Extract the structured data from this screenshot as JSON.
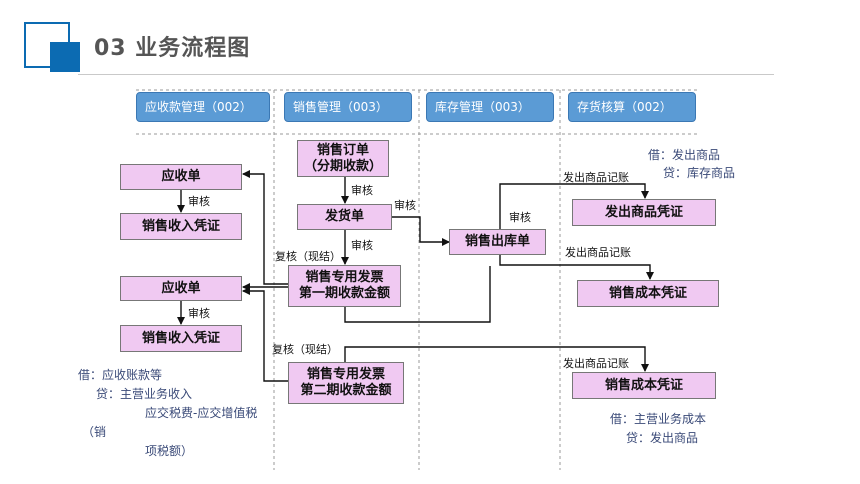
{
  "header": {
    "title": "03  业务流程图"
  },
  "departments": [
    {
      "label": "应收款管理（002）"
    },
    {
      "label": "销售管理（003）"
    },
    {
      "label": "库存管理（003）"
    },
    {
      "label": "存货核算（002）"
    }
  ],
  "nodes": {
    "receivable_1": "应收单",
    "sales_income_voucher_1": "销售收入凭证",
    "receivable_2": "应收单",
    "sales_income_voucher_2": "销售收入凭证",
    "sales_order_line1": "销售订单",
    "sales_order_line2": "（分期收款）",
    "delivery_note": "发货单",
    "invoice_1_line1": "销售专用发票",
    "invoice_1_line2": "第一期收款金额",
    "invoice_2_line1": "销售专用发票",
    "invoice_2_line2": "第二期收款金额",
    "outbound_note": "销售出库单",
    "goods_shipped_voucher": "发出商品凭证",
    "sales_cost_voucher_1": "销售成本凭证",
    "sales_cost_voucher_2": "销售成本凭证"
  },
  "edge_labels": {
    "audit_1": "审核",
    "audit_2": "审核",
    "audit_order": "审核",
    "audit_delivery": "审核",
    "audit_invoice": "审核",
    "audit_outbound": "审核",
    "recheck_1": "复核（现结）",
    "recheck_2": "复核（现结）",
    "shipped_posting_1": "发出商品记账",
    "shipped_posting_2": "发出商品记账",
    "shipped_posting_3": "发出商品记账"
  },
  "notes": {
    "shipped_debit": "借：发出商品",
    "shipped_credit": "贷：库存商品",
    "receivable_debit": "借：应收账款等",
    "receivable_credit": "贷：主营业务收入",
    "receivable_tax": "应交税费-应交增值税",
    "receivable_tax_paren": "（销",
    "receivable_tax_tail": "项税额）",
    "cost_debit": "借：主营业务成本",
    "cost_credit": "贷：发出商品"
  }
}
